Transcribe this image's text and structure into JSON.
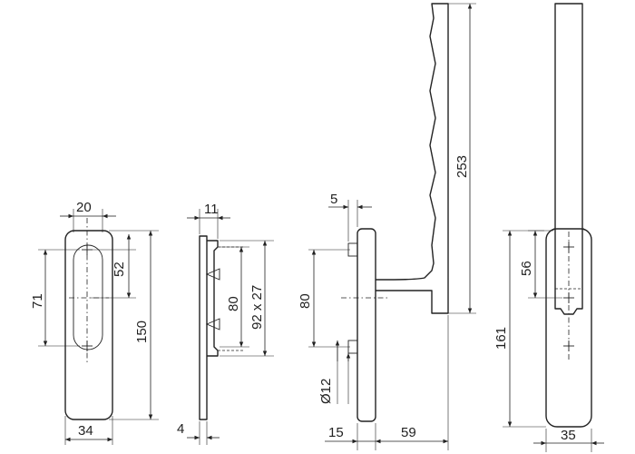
{
  "dimensions": {
    "plate_width_top": "20",
    "plate_slot_length": "71",
    "plate_half_slot": "52",
    "plate_height": "150",
    "plate_width_bottom": "34",
    "side_depth_top": "11",
    "side_depth_bottom": "4",
    "side_spacing": "80",
    "side_cutout": "92 x 27",
    "handle_offset_top": "5",
    "handle_pin_spacing": "80",
    "handle_pin_diameter": "Ø12",
    "handle_length": "253",
    "handle_base_depth": "15",
    "handle_projection": "59",
    "front_height": "161",
    "front_upper": "56",
    "front_width": "35"
  }
}
